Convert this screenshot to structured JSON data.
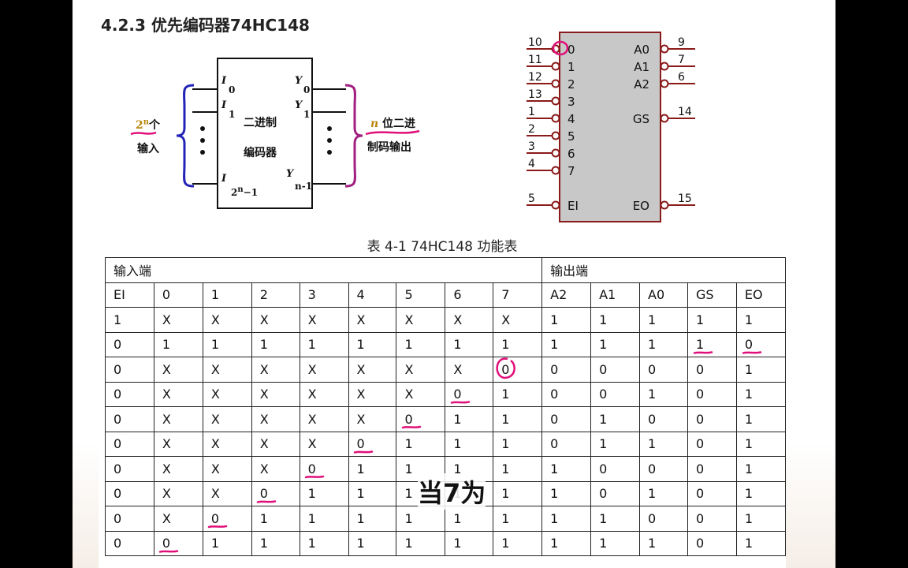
{
  "title": "4.2.3 优先编码器74HC148",
  "encoder_diagram": {
    "box_line1": "二进制",
    "box_line2": "编码器",
    "left_label_top": "2",
    "left_label_sup": "n",
    "left_label_top_suffix": "个",
    "left_label_bottom": "输入",
    "right_label_top_prefix": "n",
    "right_label_top": " 位二进",
    "right_label_bottom": "制码输出",
    "inputs": [
      {
        "name": "I",
        "sub": "0"
      },
      {
        "name": "I",
        "sub": "1"
      },
      {
        "name": "I",
        "sub": "2",
        "sub_sup": "n",
        "sub_tail": "−1"
      }
    ],
    "outputs": [
      {
        "name": "Y",
        "sub": "0"
      },
      {
        "name": "Y",
        "sub": "1"
      },
      {
        "name": "Y",
        "sub": "n-1"
      }
    ]
  },
  "chip": {
    "left_pins": [
      {
        "num": "10",
        "label": "0"
      },
      {
        "num": "11",
        "label": "1"
      },
      {
        "num": "12",
        "label": "2"
      },
      {
        "num": "13",
        "label": "3"
      },
      {
        "num": "1",
        "label": "4"
      },
      {
        "num": "2",
        "label": "5"
      },
      {
        "num": "3",
        "label": "6"
      },
      {
        "num": "4",
        "label": "7"
      },
      {
        "num": "5",
        "label": "EI"
      }
    ],
    "right_pins": [
      {
        "num": "9",
        "label": "A0"
      },
      {
        "num": "7",
        "label": "A1"
      },
      {
        "num": "6",
        "label": "A2"
      },
      {
        "num": "14",
        "label": "GS"
      },
      {
        "num": "15",
        "label": "EO"
      }
    ],
    "body_color": "#c8c8c8",
    "pin_color": "#8b1a1a"
  },
  "table": {
    "caption": "表 4-1 74HC148 功能表",
    "group_input": "输入端",
    "group_output": "输出端",
    "headers": [
      "EI",
      "0",
      "1",
      "2",
      "3",
      "4",
      "5",
      "6",
      "7",
      "A2",
      "A1",
      "A0",
      "GS",
      "EO"
    ],
    "rows": [
      [
        "1",
        "X",
        "X",
        "X",
        "X",
        "X",
        "X",
        "X",
        "X",
        "1",
        "1",
        "1",
        "1",
        "1"
      ],
      [
        "0",
        "1",
        "1",
        "1",
        "1",
        "1",
        "1",
        "1",
        "1",
        "1",
        "1",
        "1",
        "1",
        "0"
      ],
      [
        "0",
        "X",
        "X",
        "X",
        "X",
        "X",
        "X",
        "X",
        "0",
        "0",
        "0",
        "0",
        "0",
        "1"
      ],
      [
        "0",
        "X",
        "X",
        "X",
        "X",
        "X",
        "X",
        "0",
        "1",
        "0",
        "0",
        "1",
        "0",
        "1"
      ],
      [
        "0",
        "X",
        "X",
        "X",
        "X",
        "X",
        "0",
        "1",
        "1",
        "0",
        "1",
        "0",
        "0",
        "1"
      ],
      [
        "0",
        "X",
        "X",
        "X",
        "X",
        "0",
        "1",
        "1",
        "1",
        "0",
        "1",
        "1",
        "0",
        "1"
      ],
      [
        "0",
        "X",
        "X",
        "X",
        "0",
        "1",
        "1",
        "1",
        "1",
        "1",
        "0",
        "0",
        "0",
        "1"
      ],
      [
        "0",
        "X",
        "X",
        "0",
        "1",
        "1",
        "1",
        "1",
        "1",
        "1",
        "0",
        "1",
        "0",
        "1"
      ],
      [
        "0",
        "X",
        "0",
        "1",
        "1",
        "1",
        "1",
        "1",
        "1",
        "1",
        "1",
        "0",
        "0",
        "1"
      ],
      [
        "0",
        "0",
        "1",
        "1",
        "1",
        "1",
        "1",
        "1",
        "1",
        "1",
        "1",
        "1",
        "0",
        "1"
      ]
    ]
  },
  "overlay_annotation": "当7为",
  "annotation_color": "#e0107a"
}
